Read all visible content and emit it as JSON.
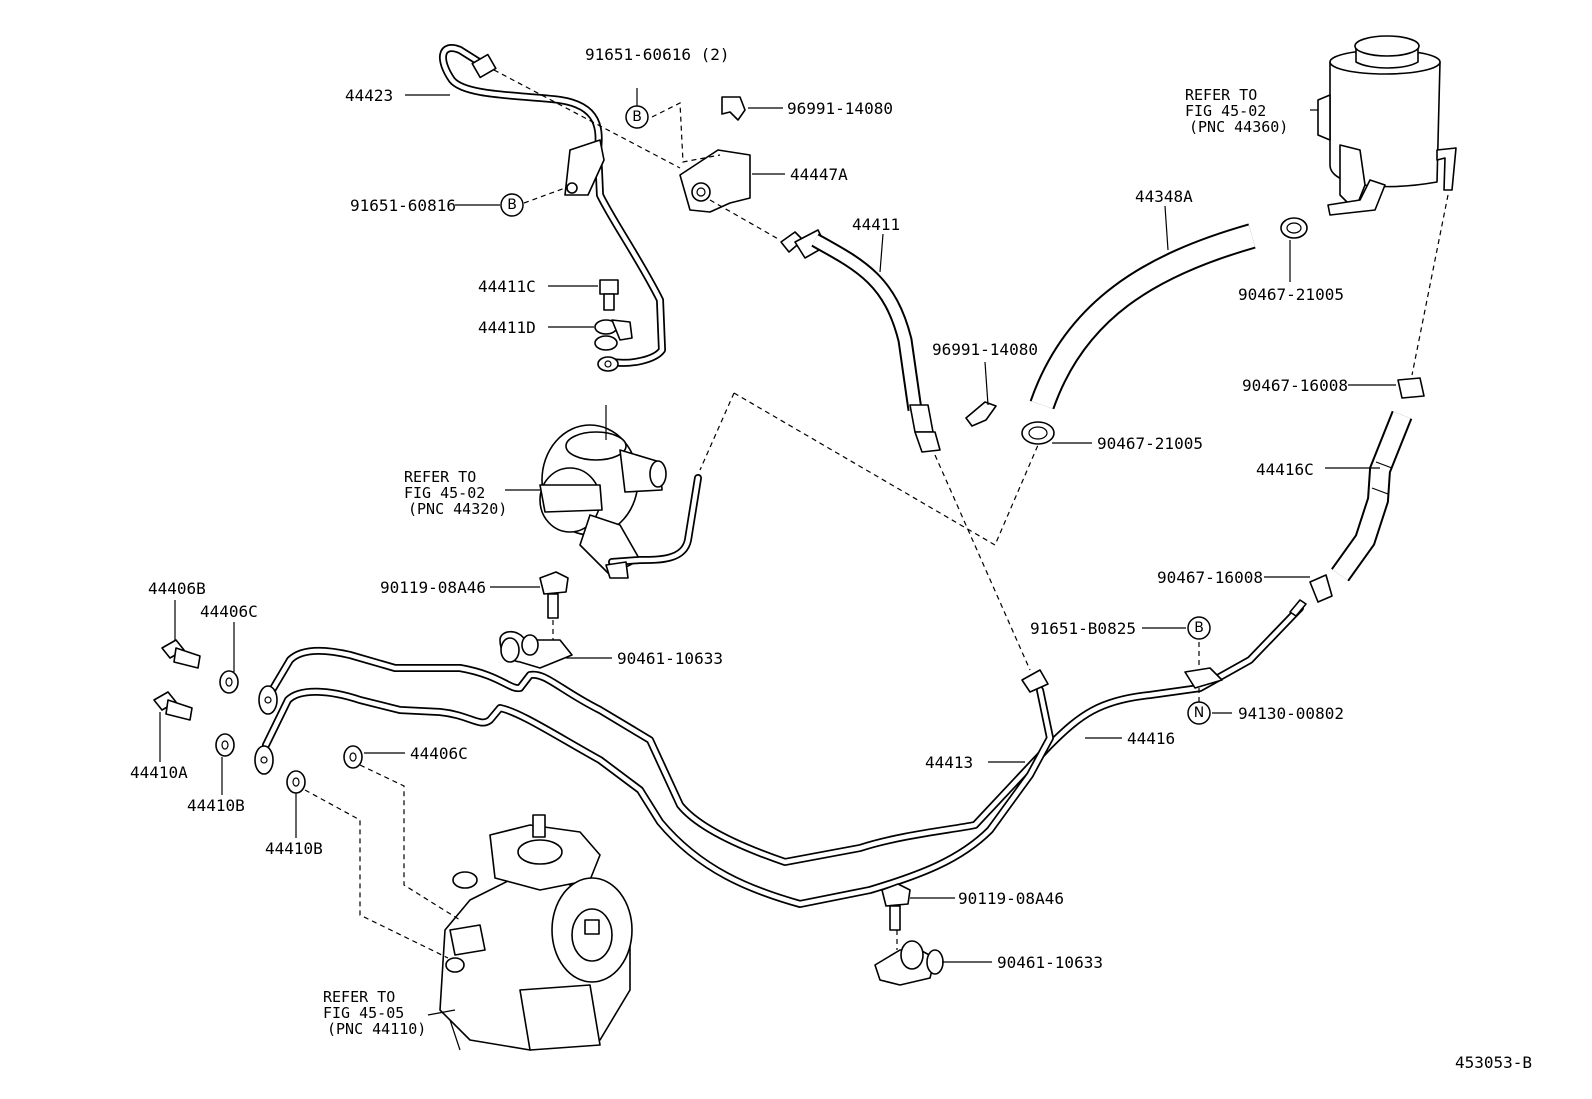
{
  "diagram_id": "453053-B",
  "labels": {
    "p44423": "44423",
    "p91651_60616": "91651-60616 (2)",
    "p96991_14080_top": "96991-14080",
    "p44447A": "44447A",
    "p91651_60816": "91651-60816",
    "p44411": "44411",
    "p44411C": "44411C",
    "p44411D": "44411D",
    "p44348A": "44348A",
    "p90467_21005_top": "90467-21005",
    "p96991_14080_mid": "96991-14080",
    "p90467_21005_mid": "90467-21005",
    "p90467_16008_top": "90467-16008",
    "p44416C": "44416C",
    "p90467_16008_low": "90467-16008",
    "p91651_B0825": "91651-B0825",
    "p94130_00802": "94130-00802",
    "p44416": "44416",
    "p44413": "44413",
    "p90119_08A46_top": "90119-08A46",
    "p90461_10633_top": "90461-10633",
    "p44406B": "44406B",
    "p44406C_a": "44406C",
    "p44406C_b": "44406C",
    "p44410A": "44410A",
    "p44410B_a": "44410B",
    "p44410B_b": "44410B",
    "p90119_08A46_low": "90119-08A46",
    "p90461_10633_low": "90461-10633"
  },
  "callouts": {
    "b_letter": "B",
    "n_letter": "N"
  },
  "references": {
    "reservoir": [
      "REFER TO",
      "FIG 45-02",
      "(PNC 44360)"
    ],
    "pump": [
      "REFER TO",
      "FIG 45-02",
      "(PNC 44320)"
    ],
    "gear": [
      "REFER TO",
      "FIG 45-05",
      "(PNC 44110)"
    ]
  }
}
